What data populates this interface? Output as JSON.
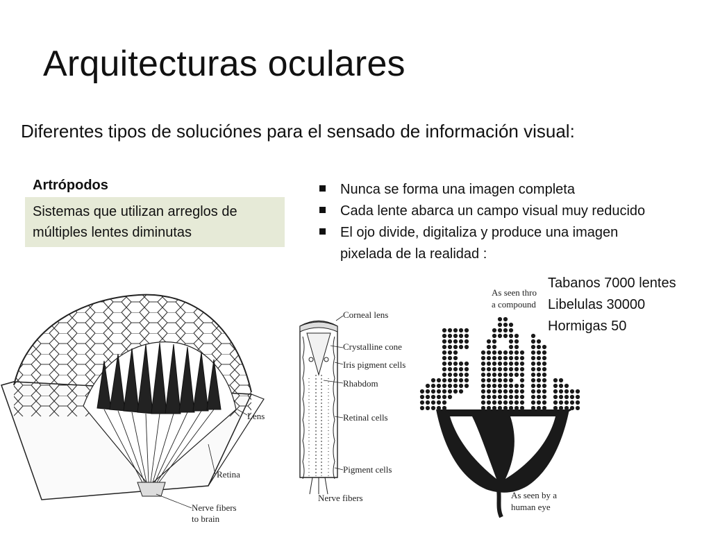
{
  "slide": {
    "title": "Arquitecturas oculares",
    "subtitle": "Diferentes tipos de soluciónes para el sensado de información visual:"
  },
  "arthropods": {
    "heading": "Artrópodos",
    "description": "Sistemas que utilizan arreglos de múltiples lentes diminutas"
  },
  "bullets": [
    "Nunca se forma una imagen completa",
    "Cada lente abarca un campo visual muy reducido",
    "El ojo divide, digitaliza y produce una imagen pixelada de la realidad :"
  ],
  "lens_counts": [
    "Tabanos 7000 lentes",
    "Libelulas  30000",
    "Hormigas 50"
  ],
  "compound_eye_figure": {
    "labels": [
      "Lens",
      "Retina",
      "Nerve fibers",
      "to brain"
    ]
  },
  "ommatidium_figure": {
    "labels": [
      "Corneal lens",
      "Crystalline cone",
      "Iris pigment cells",
      "Rhabdom",
      "Retinal cells",
      "Pigment cells",
      "Nerve fibers"
    ]
  },
  "flower_figure": {
    "labels": [
      "As seen thro",
      "a compound",
      "As seen by a",
      "human eye"
    ]
  }
}
